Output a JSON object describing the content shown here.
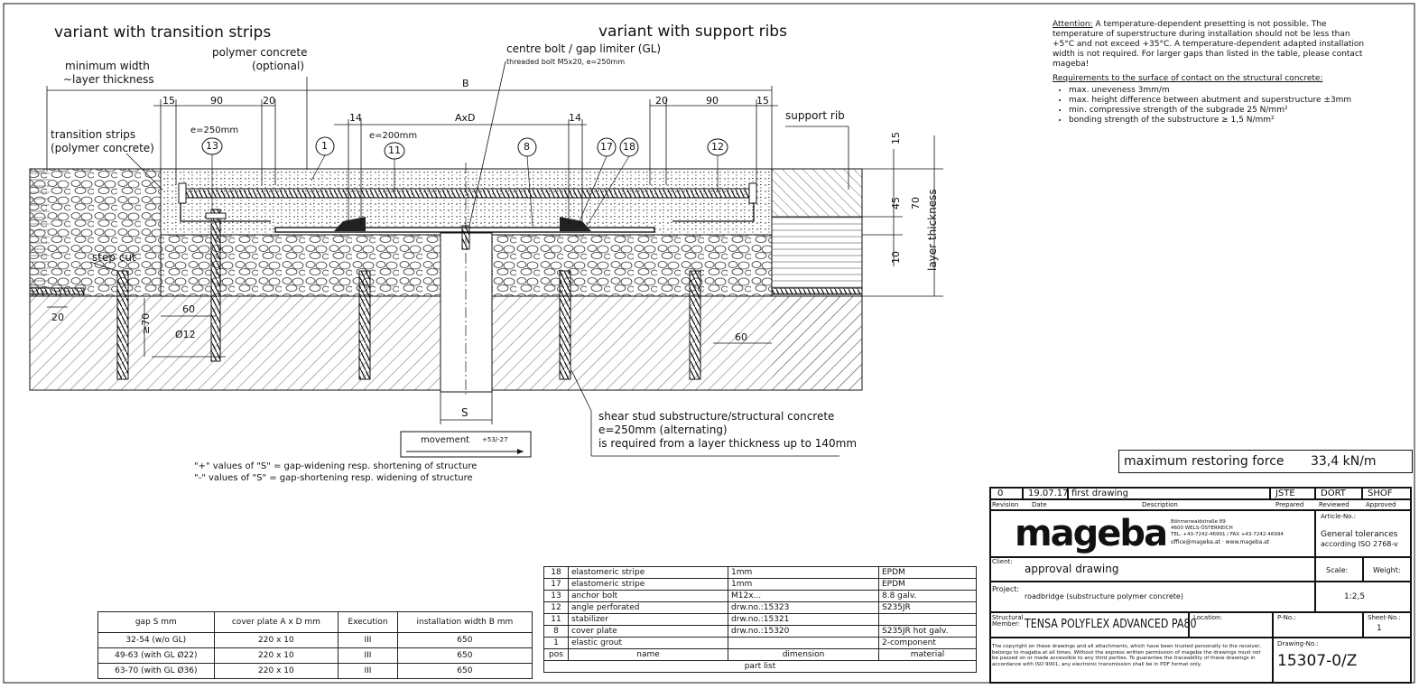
{
  "headings": {
    "left": "variant with transition strips",
    "right": "variant with support ribs"
  },
  "labels": {
    "min_width": "minimum width",
    "layer_thickness_dash": "~layer thickness",
    "polymer_concrete": "polymer concrete",
    "optional": "(optional)",
    "centre_bolt": "centre bolt / gap limiter (GL)",
    "threaded_bolt": "threaded bolt M5x20, e=250mm",
    "transition_strips": "transition strips",
    "transition_strips_sub": "(polymer concrete)",
    "support_rib": "support rib",
    "step_cut": "step cut",
    "layer_thickness": "layer thickness",
    "e250": "e=250mm",
    "e200": "e=200mm",
    "shear_1": "shear stud substructure/structural concrete",
    "shear_2": "e=250mm (alternating)",
    "shear_3": "is required from a layer thickness up to 140mm",
    "movement": "movement",
    "movement_val": "+53/-27",
    "note_plus": "\"+\" values of \"S\" = gap-widening resp. shortening of structure",
    "note_minus": "\"-\" values of \"S\" = gap-shortening resp. widening of structure",
    "S": "S"
  },
  "dims": {
    "B": "B",
    "d15a": "15",
    "d90a": "90",
    "d20a": "20",
    "d14a": "14",
    "AxD": "AxD",
    "d14b": "14",
    "d20b": "20",
    "d90b": "90",
    "d15b": "15",
    "v15": "15",
    "v45": "45",
    "v70": "70",
    "v10": "10",
    "d20c": "20",
    "d60a": "60",
    "d70": "≥70",
    "dia12": "Ø12",
    "d60b": "60"
  },
  "callouts": [
    "13",
    "1",
    "11",
    "8",
    "17",
    "18",
    "12"
  ],
  "notes": {
    "attention_label": "Attention:",
    "attention_text": " A temperature-dependent presetting is not possible. The temperature of superstructure during installation should not be less than +5°C and not exceed +35°C. A temperature-dependent adapted installation width is not required. For larger gaps than listed in the table, please contact mageba!",
    "req_title": "Requirements to the surface of contact on the structural concrete:",
    "req_items": [
      "max. uneveness 3mm/m",
      "max. height difference between abutment and superstructure ±3mm",
      "min. compressive strength of the subgrade 25 N/mm²",
      "bonding strength of the substructure ≥ 1,5 N/mm²"
    ]
  },
  "gap_table": {
    "headers": [
      "gap S mm",
      "cover plate A x D mm",
      "Execution",
      "installation width B mm"
    ],
    "rows": [
      [
        "32-54 (w/o GL)",
        "220 x 10",
        "III",
        "650"
      ],
      [
        "49-63 (with GL Ø22)",
        "220 x 10",
        "III",
        "650"
      ],
      [
        "63-70 (with GL Ø36)",
        "220 x 10",
        "III",
        "650"
      ]
    ]
  },
  "parts": {
    "rows": [
      [
        "18",
        "elastomeric stripe",
        "1mm",
        "EPDM"
      ],
      [
        "17",
        "elastomeric stripe",
        "1mm",
        "EPDM"
      ],
      [
        "13",
        "anchor bolt",
        "M12x...",
        "8.8 galv."
      ],
      [
        "12",
        "angle perforated",
        "drw.no.:15323",
        "S235JR"
      ],
      [
        "11",
        "stabilizer",
        "drw.no.:15321",
        ""
      ],
      [
        "8",
        "cover plate",
        "drw.no.:15320",
        "S235JR hot galv."
      ],
      [
        "1",
        "elastic grout",
        "",
        "2-component"
      ]
    ],
    "header": [
      "pos",
      "name",
      "dimension",
      "material"
    ],
    "caption": "part list"
  },
  "force": {
    "label": "maximum restoring force",
    "value": "33,4 kN/m"
  },
  "title_block": {
    "revision": "0",
    "date": "19.07.17",
    "description": "first drawing",
    "prepared": "JSTE",
    "reviewed": "DORT",
    "approved": "SHOF",
    "h_revision": "Revision",
    "h_date": "Date",
    "h_description": "Description",
    "h_prepared": "Prepared",
    "h_reviewed": "Reviewed",
    "h_approved": "Approved",
    "logo": "mageba",
    "address": [
      "Böhmerwaldstraße 89",
      "4600 WELS-ÖSTERREICH",
      "TEL. +43-7242-46991 / FAX +43-7242-46994",
      "office@mageba.at · www.mageba.at"
    ],
    "article_label": "Article-No.:",
    "tolerance_1": "General tolerances",
    "tolerance_2": "according ISO 2768-v",
    "client_label": "Client:",
    "client": "approval drawing",
    "scale_label": "Scale:",
    "weight_label": "Weight:",
    "project_label": "Project:",
    "project": "roadbridge (substructure polymer concrete)",
    "scale": "1:2,5",
    "member_label_1": "Structural",
    "member_label_2": "Member:",
    "member": "TENSA POLYFLEX ADVANCED PA80",
    "location_label": "Location:",
    "pno_label": "P-No.:",
    "sheet_label": "Sheet-No.:",
    "sheet": "1",
    "copyright": "The copyright on these drawings and all attachments, which have been trusted personally to the receiver, belongs to mageba at all times. Without the express written permission of mageba the drawings must not be passed on or made accessible to any third parties. To guarantee the traceability of these drawings in accordance with ISO 9001, any electronic transmission shall be in PDF format only.",
    "drawing_label": "Drawing-No.:",
    "drawing_no": "15307-0/Z"
  },
  "colors": {
    "line": "#111111",
    "hatch": "#333333"
  }
}
